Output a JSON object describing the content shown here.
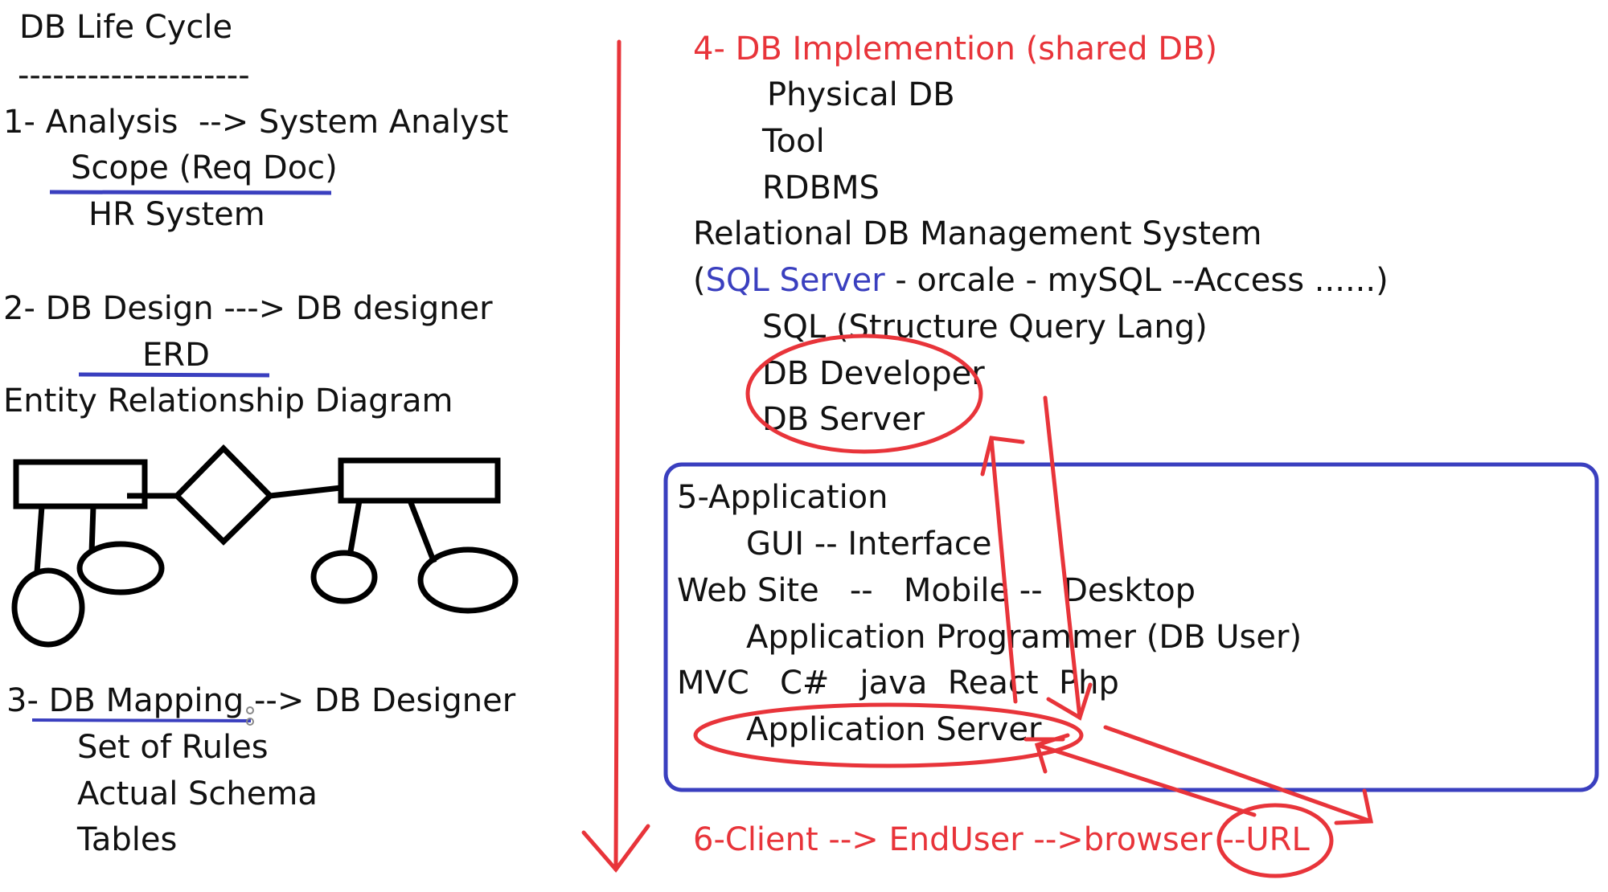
{
  "colors": {
    "text": "#111111",
    "red": "#e8343a",
    "blue": "#3a3fbf"
  },
  "left": {
    "title": "DB Life Cycle",
    "title_rule": "--------------------",
    "step1": {
      "heading": "1- Analysis  --> System Analyst",
      "line1": "Scope (Req Doc)",
      "line2": "HR System"
    },
    "step2": {
      "heading": "2- DB Design ---> DB designer",
      "line1": "ERD",
      "line2": "Entity Relationship Diagram"
    },
    "step3": {
      "prefix": "3- ",
      "mapping": "DB Mapping",
      "suffix": " --> DB Designer",
      "line1": "Set of Rules",
      "line2": "Actual Schema",
      "line3": "Tables"
    }
  },
  "right": {
    "step4": {
      "heading": "4- DB Implemention (shared DB)",
      "line1": "Physical DB",
      "line2": "Tool",
      "line3": "RDBMS",
      "line4": "Relational DB Management System",
      "line5_open": "(",
      "line5_sql": "SQL Server",
      "line5_rest": " - orcale - mySQL --Access ......)",
      "line6": "SQL (Structure Query Lang)",
      "line7": "DB Developer",
      "line8": "DB Server"
    },
    "step5": {
      "heading": "5-Application",
      "line1": "GUI -- Interface",
      "line2": "Web Site   --   Mobile --  Desktop",
      "line3": "Application Programmer (DB User)",
      "line4": "MVC   C#   java  React  Php",
      "line5": "Application Server"
    },
    "step6": {
      "heading": "6-Client --> EndUser -->browser --",
      "url": "URL"
    }
  }
}
